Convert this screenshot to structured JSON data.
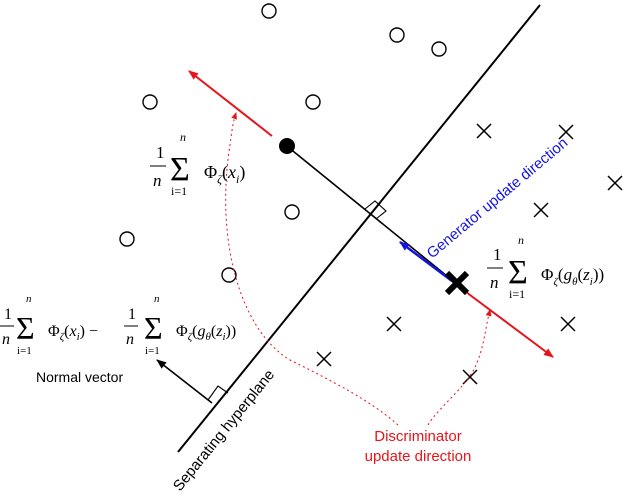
{
  "labels": {
    "mean_real": "1/n ∑_{i=1}^{n} Φ_ζ(x_i)",
    "mean_fake": "1/n ∑_{i=1}^{n} Φ_ζ(g_θ(z_i))",
    "difference": "1/n ∑_{i=1}^{n} Φ_ζ(x_i) − 1/n ∑_{i=1}^{n} Φ_ζ(g_θ(z_i))",
    "normal_vector": "Normal vector",
    "separating_hyperplane": "Separating hyperplane",
    "generator_direction": "Generator update direction",
    "discriminator_line1": "Discriminator",
    "discriminator_line2": "update direction"
  },
  "colors": {
    "red": "#e8141b",
    "blue": "#1414e0",
    "black": "#000000"
  }
}
